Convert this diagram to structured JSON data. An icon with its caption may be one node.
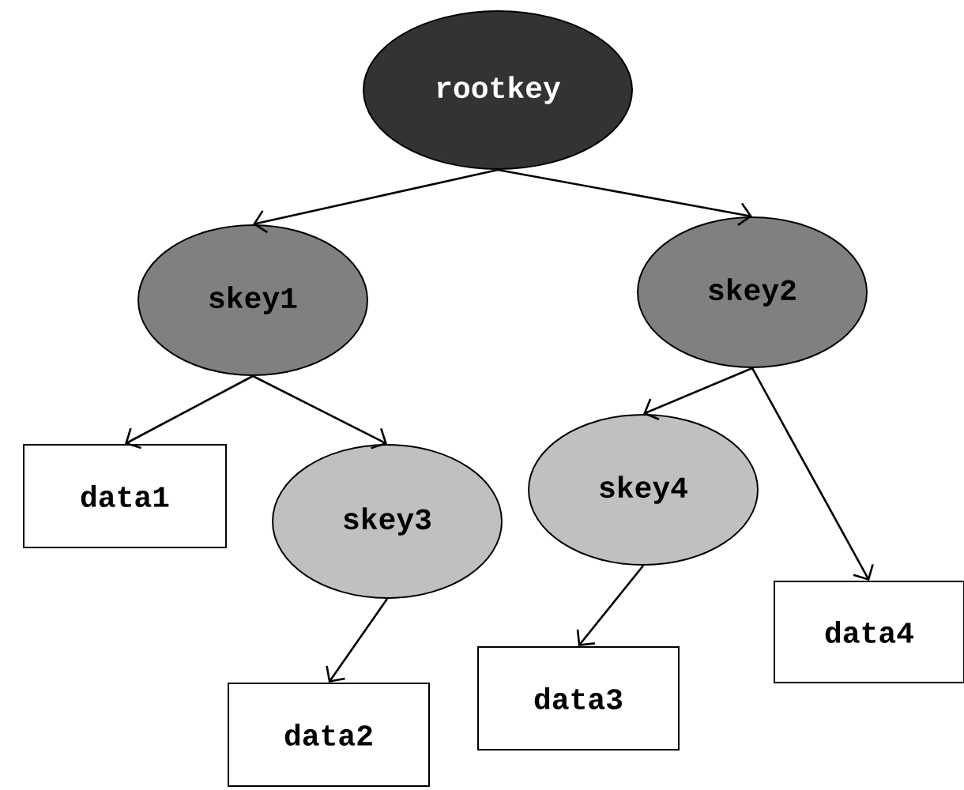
{
  "diagram": {
    "nodes": [
      {
        "text": [
          "rootkey"
        ]
      },
      {
        "text": [
          "skey1"
        ]
      },
      {
        "text": [
          "skey2"
        ]
      },
      {
        "text": [
          "data1"
        ]
      },
      {
        "text": [
          "skey3"
        ]
      },
      {
        "text": [
          "skey4"
        ]
      },
      {
        "text": [
          "data2"
        ]
      },
      {
        "text": [
          "data3"
        ]
      },
      {
        "text": [
          "data4"
        ]
      }
    ],
    "edges": [
      {
        "from": 0,
        "to": 1,
        "arrow": "to"
      },
      {
        "from": 0,
        "to": 2,
        "arrow": "to"
      },
      {
        "from": 1,
        "to": 3,
        "arrow": "to"
      },
      {
        "from": 1,
        "to": 4,
        "arrow": "to"
      },
      {
        "from": 2,
        "to": 5,
        "arrow": "to"
      },
      {
        "from": 2,
        "to": 8,
        "arrow": "to"
      },
      {
        "from": 4,
        "to": 6,
        "arrow": "to"
      },
      {
        "from": 5,
        "to": 7,
        "arrow": "to"
      }
    ]
  }
}
